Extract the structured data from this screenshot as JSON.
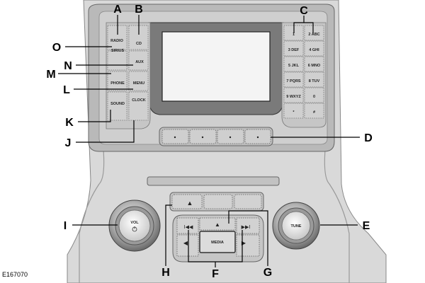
{
  "figure_id": "E167070",
  "callouts": [
    "A",
    "B",
    "C",
    "D",
    "E",
    "F",
    "G",
    "H",
    "I",
    "J",
    "K",
    "L",
    "M",
    "N",
    "O"
  ],
  "left_buttons": {
    "radio": "RADIO",
    "cd": "CD",
    "sirius": "SIRIUS",
    "aux": "AUX",
    "phone": "PHONE",
    "menu": "MENU",
    "sound": "SOUND",
    "clock": "CLOCK"
  },
  "preset_keys": [
    "1",
    "2 ABC",
    "3 DEF",
    "4 GHI",
    "5 JKL",
    "6 MNO",
    "7 PQRS",
    "8 TUV",
    "9 WXYZ",
    "0",
    "*",
    "#"
  ],
  "knobs": {
    "volume": "VOL",
    "tune": "TUNE"
  },
  "nav": {
    "media": "MEDIA",
    "up": "▲",
    "left": "◀",
    "right": "▶",
    "seek_back": "I◀◀",
    "seek_fwd": "▶▶I"
  },
  "eject": "▲",
  "colors": {
    "panel": "#d9d9d9",
    "frame": "#c4c4c4",
    "screen": "#f4f4f4",
    "bezel": "#555555"
  }
}
